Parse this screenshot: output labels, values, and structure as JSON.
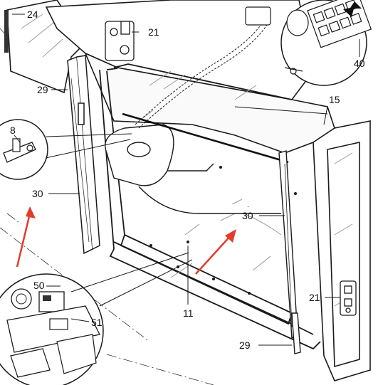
{
  "diagram": {
    "labels": {
      "part_24": "24",
      "part_21_top": "21",
      "part_29_left": "29",
      "part_8": "8",
      "part_30_left": "30",
      "part_15": "15",
      "part_40": "40",
      "part_30_right": "30",
      "part_50": "50",
      "part_51": "51",
      "part_11": "11",
      "part_21_bottom": "21",
      "part_29_bottom": "29"
    },
    "colors": {
      "line": "#1a1a1a",
      "glass": "#9a9a9a",
      "accent_arrow": "#e23c2c",
      "callout_arrow": "#111111",
      "background": "#ffffff"
    }
  }
}
